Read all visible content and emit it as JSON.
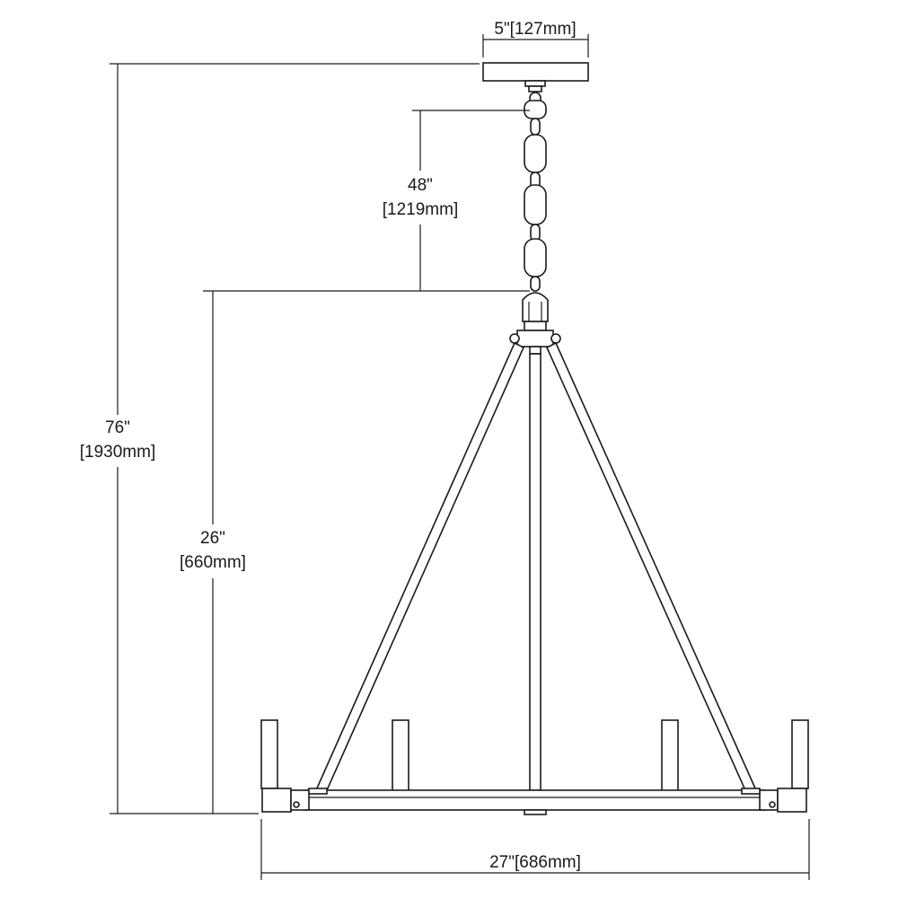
{
  "dimensions": {
    "canopy_width": {
      "imperial": "5\"[127mm]"
    },
    "chain_length": {
      "imperial": "48\"",
      "metric": "[1219mm]"
    },
    "overall_height": {
      "imperial": "76\"",
      "metric": "[1930mm]"
    },
    "fixture_height": {
      "imperial": "26\"",
      "metric": "[660mm]"
    },
    "fixture_width": {
      "imperial": "27\"[686mm]"
    }
  }
}
